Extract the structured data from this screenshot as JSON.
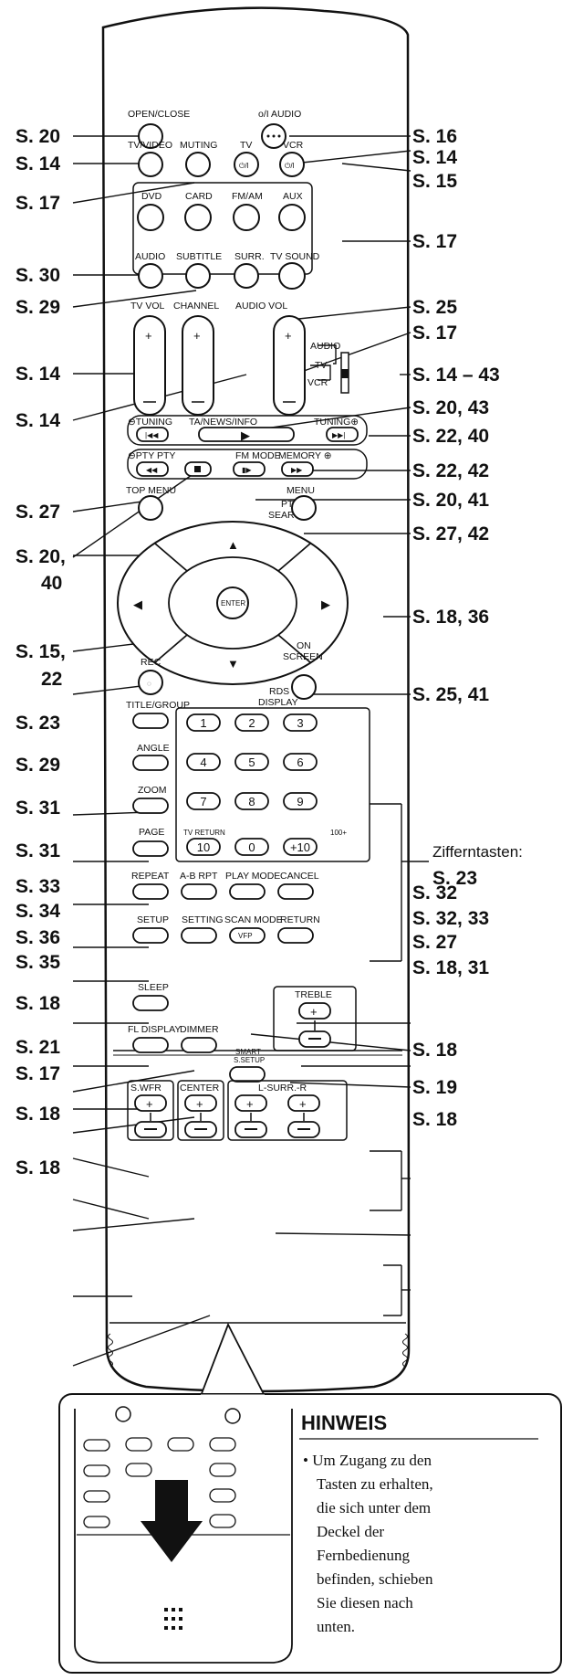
{
  "callouts": {
    "open_close": "S. 20",
    "audio_power": "S. 16",
    "tv_video": "S. 14",
    "tv_power": "S. 14",
    "muting": "S. 17",
    "vcr_power": "S. 15",
    "source_group": "S. 17",
    "audio": "S. 30",
    "subtitle": "S. 29",
    "surr": "S. 25",
    "audio_vol": "S. 17",
    "tv_vol": "S. 14",
    "switch": "S. 14 – 43",
    "channel": "S. 14",
    "ta_news_info": "S. 20, 43",
    "tuning": "S. 22, 40",
    "fm_mode_memory": "S. 22, 42",
    "pause": "S. 20, 41",
    "top_menu": "S. 27",
    "stop_a": "S. 20,",
    "stop_b": "40",
    "menu": "S. 27, 42",
    "cursor": "S. 18, 36",
    "rec_a": "S. 15,",
    "rec_b": "22",
    "on_screen": "S. 25, 41",
    "title_group": "S. 23",
    "angle": "S. 29",
    "zoom": "S. 31",
    "page": "S. 31",
    "numeric_a": "Zifferntasten:",
    "numeric_b": "S. 23",
    "repeat": "S. 33",
    "cancel": "S. 32",
    "ab_rpt": "S. 34",
    "play_mode": "S. 32, 33",
    "setup": "S. 36",
    "return": "S. 27",
    "setting": "S. 35",
    "vfp": "S. 18, 31",
    "sleep": "S. 18",
    "treble": "S. 18",
    "fl_display": "S. 21",
    "dimmer": "S. 17",
    "smart_setup": "S. 19",
    "s_wfr": "S. 18",
    "surr_lr": "S. 18",
    "center": "S. 18"
  },
  "buttons": {
    "open_close": "OPEN/CLOSE",
    "audio_power": "ᴏ/I AUDIO",
    "tv_video": "TV/VIDEO",
    "muting": "MUTING",
    "tv": "TV",
    "vcr": "VCR",
    "dvd": "DVD",
    "card": "CARD",
    "fm_am": "FM/AM",
    "aux": "AUX",
    "audio": "AUDIO",
    "subtitle": "SUBTITLE",
    "surr": "SURR.",
    "tv_sound": "TV SOUND",
    "tv_vol": "TV VOL",
    "channel": "CHANNEL",
    "audio_vol": "AUDIO VOL",
    "sw_audio": "AUDIO",
    "sw_tv": "TV",
    "sw_vcr": "VCR",
    "tuning_minus": "⊖TUNING",
    "ta_news_info": "TA/NEWS/INFO",
    "tuning_plus": "TUNING⊕",
    "pty_minus": "⊖PTY PTY",
    "fm_mode": "FM MODE",
    "memory": "MEMORY ⊕",
    "top_menu": "TOP MENU",
    "menu": "MENU",
    "pty_search_1": "PTY",
    "pty_search_2": "SEARCH",
    "enter": "ENTER",
    "rec": "REC",
    "on_screen_1": "ON",
    "on_screen_2": "SCREEN",
    "rds_1": "RDS",
    "rds_2": "DISPLAY",
    "title_group": "TITLE/GROUP",
    "angle": "ANGLE",
    "zoom": "ZOOM",
    "page": "PAGE",
    "repeat": "REPEAT",
    "ab_rpt": "A-B RPT",
    "play_mode": "PLAY MODE",
    "cancel": "CANCEL",
    "setup": "SETUP",
    "setting": "SETTING",
    "scan_mode": "SCAN MODE",
    "vfp": "VFP",
    "return": "RETURN",
    "sleep": "SLEEP",
    "treble": "TREBLE",
    "fl_display": "FL DISPLAY",
    "dimmer": "DIMMER",
    "smart_1": "SMART",
    "smart_2": "S.SETUP",
    "s_wfr": "S.WFR",
    "center": "CENTER",
    "surr_lr": "L-SURR.-R",
    "tv_return": "TV RETURN",
    "hundred": "100+"
  },
  "numeric_keys": [
    "1",
    "2",
    "3",
    "4",
    "5",
    "6",
    "7",
    "8",
    "9",
    "10",
    "0",
    "+10"
  ],
  "note": {
    "title": "HINWEIS",
    "lines": [
      "• Um Zugang zu den",
      "Tasten zu erhalten,",
      "die sich unter dem",
      "Deckel der",
      "Fernbedienung",
      "befinden, schieben",
      "Sie diesen nach",
      "unten."
    ]
  }
}
